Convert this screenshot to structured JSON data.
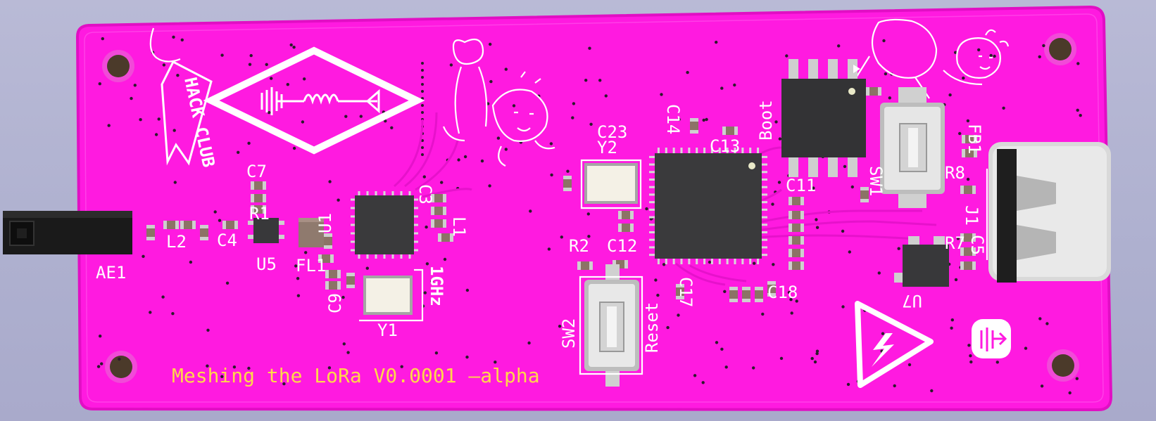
{
  "board": {
    "colors": {
      "background": "#b4b5d3",
      "board": "#ff1ae0",
      "board_edge": "#e10fc4",
      "silkscreen": "#ffffff",
      "title_text": "#ffd84a",
      "chip": "#3b3b3d",
      "pad": "#c9c9c9"
    },
    "title": "Meshing the LoRa V0.0001 —alpha",
    "badge": "HACK CLUB",
    "freq_label": "1GHz",
    "button_labels": {
      "reset": "Reset",
      "boot": "Boot"
    },
    "designators": {
      "ae1": "AE1",
      "c7": "C7",
      "r1": "R1",
      "l2": "L2",
      "c4": "C4",
      "u5": "U5",
      "fl1": "FL1",
      "u1": "U1",
      "c3": "C3",
      "l1": "L1",
      "c9": "C9",
      "y1": "Y1",
      "c23": "C23",
      "y2": "Y2",
      "c14": "C14",
      "r2": "R2",
      "c12": "C12",
      "sw2": "SW2",
      "c17": "C17",
      "c18": "C18",
      "c11": "C11",
      "c13": "C13",
      "r8": "R8",
      "fb1": "FB1",
      "r7": "R7",
      "c5": "C5",
      "j1": "J1",
      "sw1": "SW1",
      "u7": "U7"
    }
  }
}
